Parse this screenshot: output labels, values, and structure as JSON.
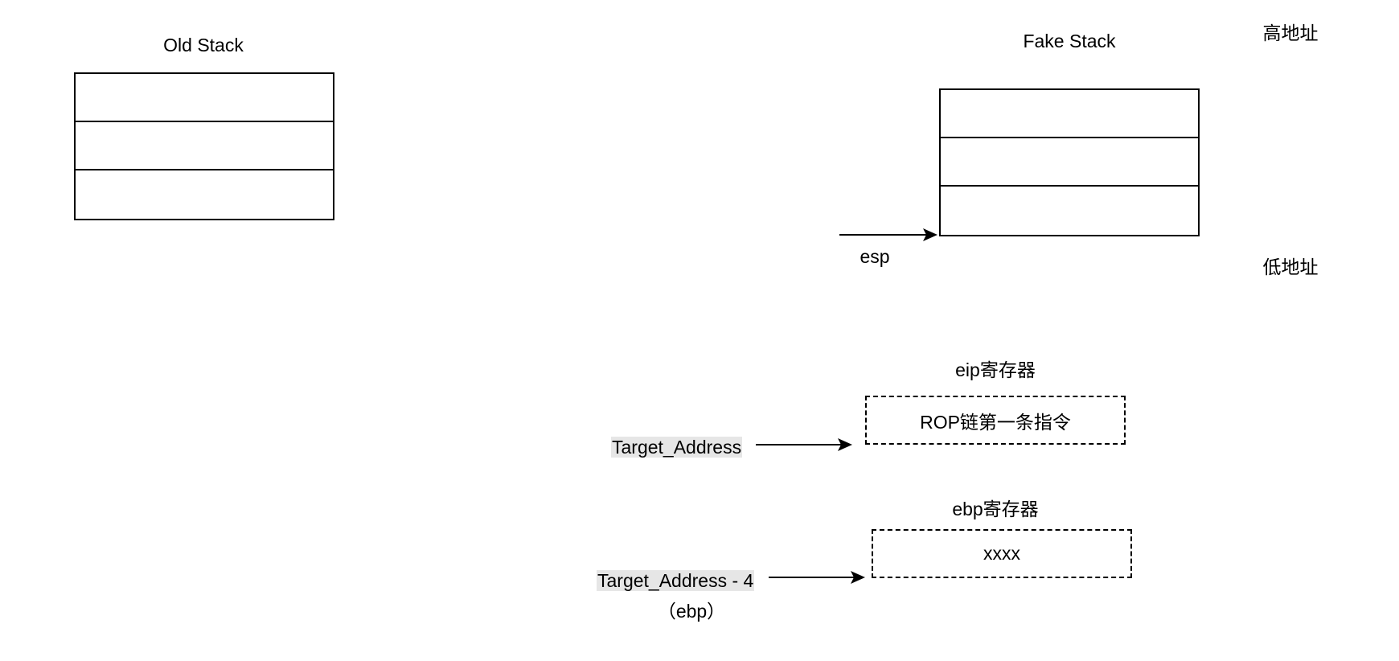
{
  "old_stack": {
    "title": "Old Stack"
  },
  "fake_stack": {
    "title": "Fake Stack"
  },
  "esp_label": "esp",
  "high_address_label": "高地址",
  "low_address_label": "低地址",
  "eip_register": {
    "title": "eip寄存器",
    "value": "ROP链第一条指令"
  },
  "ebp_register": {
    "title": "ebp寄存器",
    "value": "xxxx"
  },
  "target_address_label": "Target_Address",
  "target_address_minus4_label": "Target_Address - 4",
  "ebp_note": "（ebp）"
}
